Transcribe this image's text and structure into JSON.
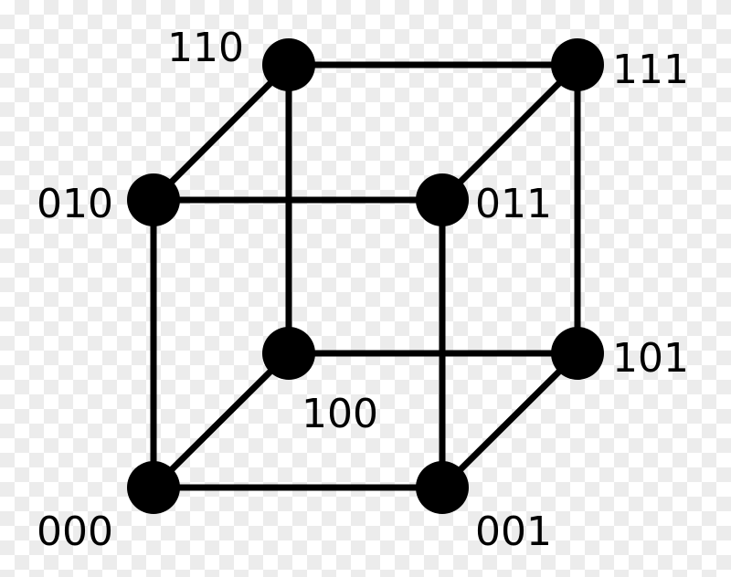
{
  "diagram": {
    "vertices": [
      {
        "id": "110",
        "label": "110"
      },
      {
        "id": "111",
        "label": "111"
      },
      {
        "id": "010",
        "label": "010"
      },
      {
        "id": "011",
        "label": "011"
      },
      {
        "id": "100",
        "label": "100"
      },
      {
        "id": "101",
        "label": "101"
      },
      {
        "id": "000",
        "label": "000"
      },
      {
        "id": "001",
        "label": "001"
      }
    ],
    "edges": [
      [
        "110",
        "111"
      ],
      [
        "010",
        "011"
      ],
      [
        "100",
        "101"
      ],
      [
        "000",
        "001"
      ],
      [
        "010",
        "000"
      ],
      [
        "011",
        "001"
      ],
      [
        "110",
        "100"
      ],
      [
        "111",
        "101"
      ],
      [
        "110",
        "010"
      ],
      [
        "111",
        "011"
      ],
      [
        "100",
        "000"
      ],
      [
        "101",
        "001"
      ]
    ],
    "colors": {
      "line": "#000000",
      "vertex": "#000000",
      "label": "#000000"
    }
  }
}
